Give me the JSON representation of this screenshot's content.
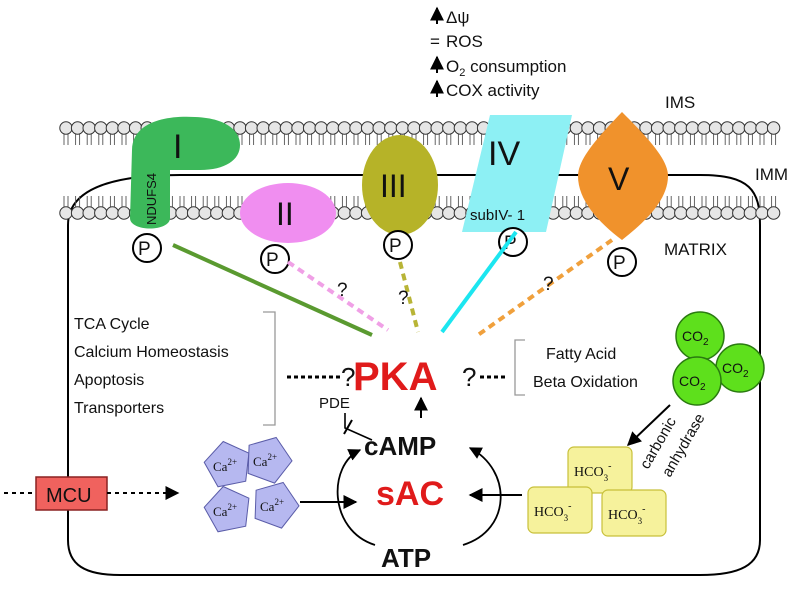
{
  "legend": {
    "items": [
      {
        "text": "Δψ",
        "arrow": "up"
      },
      {
        "text": "ROS",
        "arrow": "equal"
      },
      {
        "text": "O",
        "sub": "2",
        "rest": " consumption",
        "arrow": "up"
      },
      {
        "text": "COX activity",
        "arrow": "up"
      }
    ]
  },
  "regions": {
    "ims": "IMS",
    "imm": "IMM",
    "matrix": "MATRIX"
  },
  "complexes": {
    "c1": "I",
    "c1_sub": "NDUFS4",
    "c2": "II",
    "c3": "III",
    "c4": "IV",
    "c4_sub": "subIV- 1",
    "c5": "V"
  },
  "phospho": "P",
  "question": "?",
  "pka": "PKA",
  "left_list": [
    "TCA Cycle",
    "Calcium Homeostasis",
    "Apoptosis",
    "Transporters"
  ],
  "right_list": [
    "Fatty Acid",
    "Beta Oxidation"
  ],
  "pde": "PDE",
  "camp": "cAMP",
  "sac": "sAC",
  "atp": "ATP",
  "mcu": "MCU",
  "ca": {
    "base": "Ca",
    "sup": "2+"
  },
  "co2": {
    "base": "CO",
    "sub": "2"
  },
  "hco3": {
    "base": "HCO",
    "sub": "3",
    "sup": "-"
  },
  "carbonic": [
    "carbonic",
    "anhydrase"
  ],
  "colors": {
    "c1": "#3cb85a",
    "c2": "#f08ef0",
    "c3": "#b6b328",
    "c4": "#8df0f4",
    "c5": "#f0922c",
    "pka": "#e01b1b",
    "mcu": "#f0625e",
    "ca": "#b6b8f0",
    "co2": "#5ee01c",
    "hco3": "#f6f29c"
  }
}
